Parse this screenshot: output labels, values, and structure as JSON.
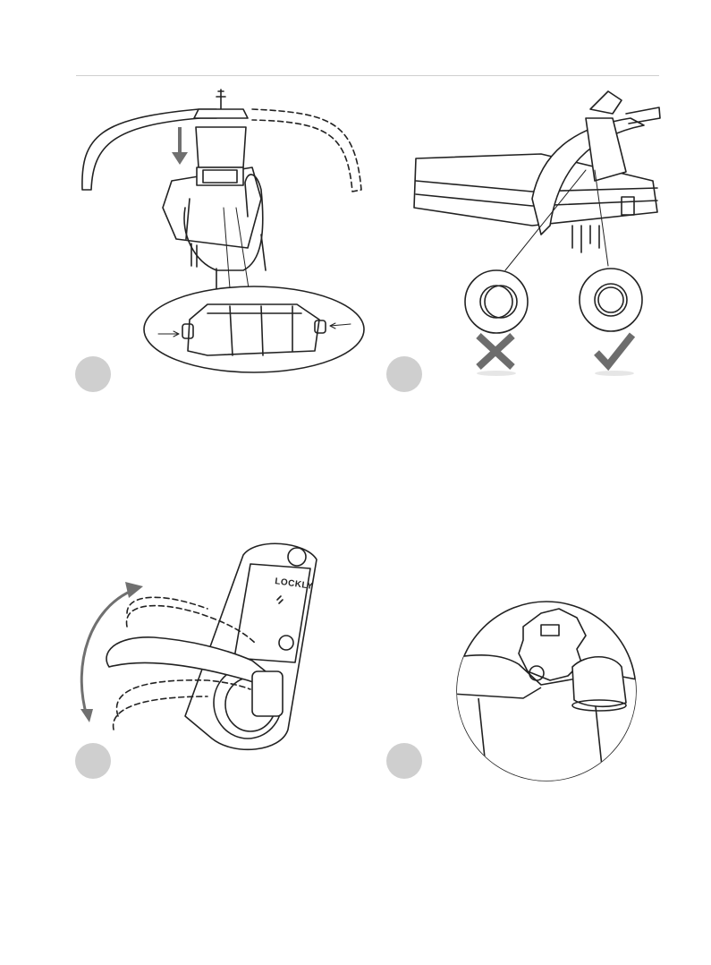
{
  "page": {
    "divider": true
  },
  "steps": [
    {
      "id": 1,
      "number_label": "",
      "illustration": "handle-onto-spindle"
    },
    {
      "id": 2,
      "number_label": "",
      "illustration": "screw-hole-alignment"
    },
    {
      "id": 3,
      "number_label": "",
      "illustration": "lever-rotation"
    },
    {
      "id": 4,
      "number_label": "",
      "illustration": "key-detail"
    }
  ],
  "lock": {
    "brand": "LOCKLY"
  },
  "colors": {
    "line": "#222222",
    "dashed": "#333333",
    "arrow": "#707070",
    "cross": "#6d6d6d",
    "check": "#6d6d6d",
    "step_dot": "#cfcfcf",
    "divider": "#cfcfcf"
  },
  "icons": {
    "wrong": "cross-icon",
    "right": "check-icon"
  }
}
